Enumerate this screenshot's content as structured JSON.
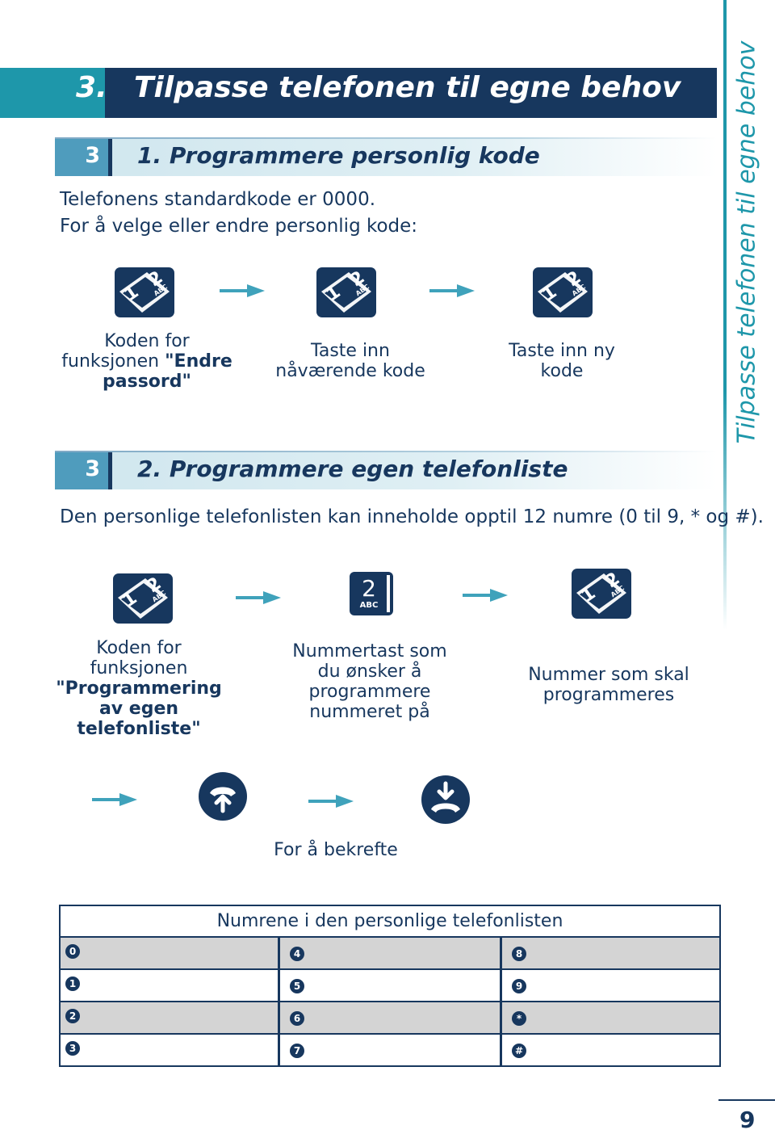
{
  "header": {
    "chapter_number": "3.",
    "title": "Tilpasse telefonen til egne behov"
  },
  "side_title": "Tilpasse telefonen til egne behov",
  "section1": {
    "number": "3",
    "title": "1. Programmere personlig kode",
    "line1": "Telefonens standardkode er 0000.",
    "line2": "For å velge eller endre personlig kode:",
    "steps": [
      {
        "caption_text": "Koden for",
        "caption_text2": "funksjonen ",
        "caption_bold": "\"Endre",
        "caption_bold2": "passord\""
      },
      {
        "caption_line1": "Taste inn",
        "caption_line2": "nåværende kode"
      },
      {
        "caption_line1": "Taste inn ny",
        "caption_line2": "kode"
      }
    ]
  },
  "section2": {
    "number": "3",
    "title": "2. Programmere egen telefonliste",
    "intro": "Den personlige telefonlisten kan inneholde opptil 12 numre (0 til 9, * og #).",
    "steps": [
      {
        "caption_line1": "Koden for",
        "caption_line2": "funksjonen",
        "caption_bold1": "\"Programmering",
        "caption_bold2": "av egen",
        "caption_bold3": "telefonliste\""
      },
      {
        "caption_line1": "Nummertast som",
        "caption_line2": "du ønsker å",
        "caption_line3": "programmere",
        "caption_line4": "nummeret på"
      },
      {
        "caption_line1": "Nummer som skal",
        "caption_line2": "programmeres"
      }
    ],
    "key_digit": "2",
    "key_letters": "ABC",
    "keypad_digit1": "1",
    "keypad_digit2": "2",
    "keypad_letters": "ABC",
    "confirm_caption": "For å bekrefte"
  },
  "table": {
    "header": "Numrene i den personlige telefonlisten",
    "rows": [
      {
        "c1": "0",
        "c2": "4",
        "c3": "8",
        "shade": true
      },
      {
        "c1": "1",
        "c2": "5",
        "c3": "9",
        "shade": false
      },
      {
        "c1": "2",
        "c2": "6",
        "c3": "*",
        "shade": true
      },
      {
        "c1": "3",
        "c2": "7",
        "c3": "#",
        "shade": false
      }
    ]
  },
  "page_number": "9",
  "colors": {
    "navy": "#17375e",
    "teal": "#1e97aa",
    "section_blue": "#4f9cbd"
  },
  "icons": [
    "keypad-1-2-icon",
    "arrow-right-icon",
    "key-2-abc-icon",
    "handset-off-hook-icon",
    "handset-on-hook-icon"
  ]
}
